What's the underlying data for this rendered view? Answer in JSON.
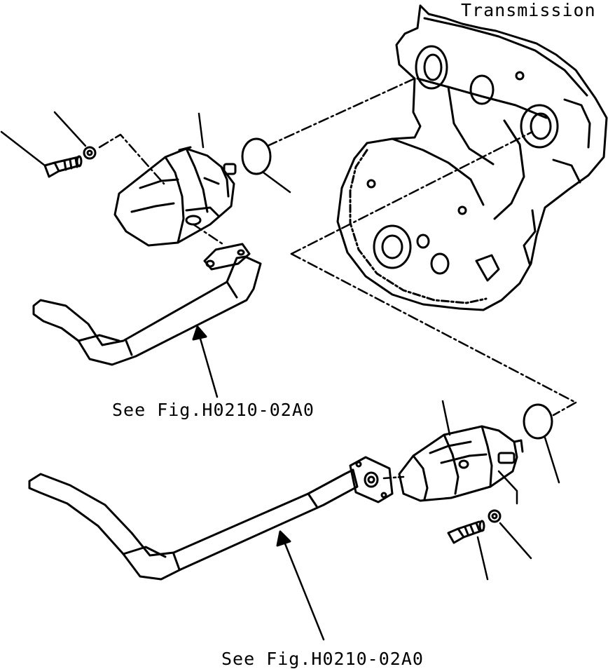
{
  "labels": {
    "transmission": "Transmission",
    "see_fig_upper": "See Fig.H0210-02A0",
    "see_fig_lower": "See Fig.H0210-02A0"
  },
  "colors": {
    "ink": "#000000",
    "paper": "#ffffff"
  }
}
